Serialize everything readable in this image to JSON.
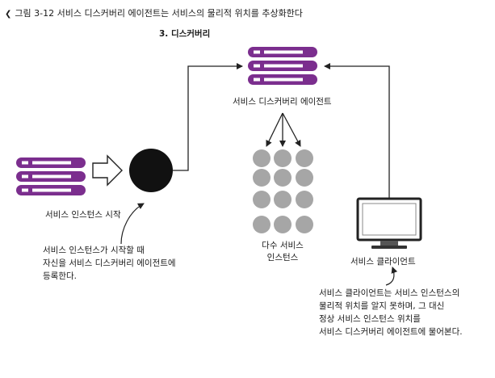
{
  "figure": {
    "caption": "그림 3-12 서비스 디스커버리 에이전트는 서비스의 물리적 위치를 추상화한다",
    "step_label": "3. 디스커버리",
    "agent_label": "서비스 디스커버리 에이전트",
    "server_label": "서비스 인스턴스 시작",
    "instances_label": [
      "다수 서비스",
      "인스턴스"
    ],
    "client_label": "서비스 클라이언트",
    "note_left": [
      "서비스 인스턴스가 시작할 때",
      "자신을 서비스 디스커버리 에이전트에",
      "등록한다."
    ],
    "note_right": [
      "서비스 클라이언트는 서비스 인스턴스의",
      "물리적 위치를 알지 못하며, 그 대신",
      "정상 서비스 인스턴스 위치를",
      "서비스 디스커버리 에이전트에 물어본다."
    ]
  },
  "icons": {
    "caption_marker": "chevron-down-icon",
    "agent": "server-stack-icon",
    "source": "server-stack-icon",
    "register_arrow": "hollow-right-arrow-icon",
    "register_node": "black-circle-icon",
    "instances": "circle-grid-icon",
    "client": "monitor-icon"
  },
  "colors": {
    "server_fill": "#7b2e8e",
    "instance_fill": "#a6a6a6",
    "node_fill": "#111111",
    "line": "#222222"
  }
}
